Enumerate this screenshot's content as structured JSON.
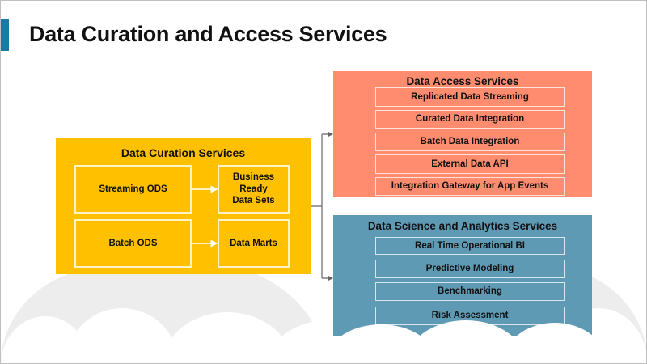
{
  "title": "Data Curation and Access Services",
  "colors": {
    "accent": "#1a7aa6",
    "curation": "#ffc000",
    "access": "#ff8c6e",
    "science": "#5f9ab5"
  },
  "curation": {
    "title": "Data Curation Services",
    "items": [
      "Streaming ODS",
      "Business Ready Data Sets",
      "Batch ODS",
      "Data Marts"
    ]
  },
  "access": {
    "title": "Data Access Services",
    "items": [
      "Replicated Data Streaming",
      "Curated Data Integration",
      "Batch Data Integration",
      "External Data API",
      "Integration Gateway for App Events"
    ]
  },
  "science": {
    "title": "Data Science and Analytics Services",
    "items": [
      "Real Time Operational BI",
      "Predictive Modeling",
      "Benchmarking",
      "Risk Assessment"
    ]
  }
}
